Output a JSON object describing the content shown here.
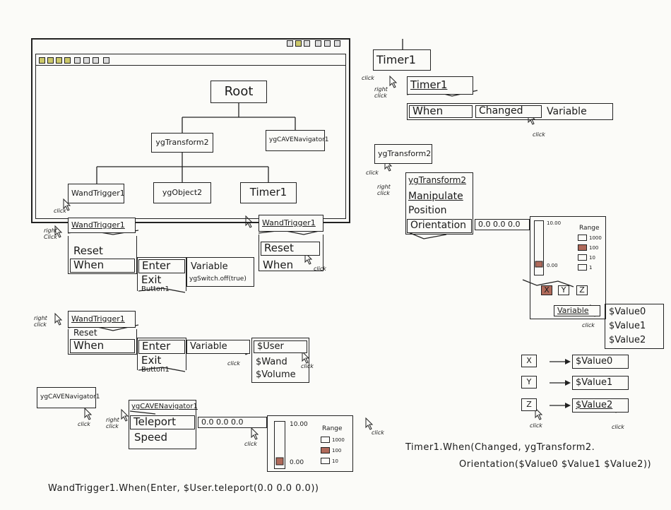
{
  "tree": {
    "root": "Root",
    "transform": "ygTransform2",
    "navigator": "ygCAVENavigator1",
    "wand": "WandTrigger1",
    "object": "ygObject2",
    "timer": "Timer1"
  },
  "labels": {
    "click": "click",
    "right_click_a": "right",
    "right_click_b": "click",
    "right_click_c": "Click"
  },
  "wand_menu1": {
    "title": "WandTrigger1",
    "items": [
      "Reset",
      "When"
    ],
    "events": [
      "Enter",
      "Exit",
      "Button1"
    ],
    "vars": [
      "Variable",
      "ygSwitch.off(true)"
    ]
  },
  "wand_menu2": {
    "title": "WandTrigger1",
    "items": [
      "Reset",
      "When"
    ]
  },
  "wand_menu3": {
    "title": "WandTrigger1",
    "items": [
      "Reset",
      "When"
    ],
    "events": [
      "Enter",
      "Exit",
      "Button1"
    ],
    "variable": "Variable",
    "values": [
      "$User",
      "$Wand",
      "$Volume"
    ]
  },
  "nav_menu": {
    "node": "ygCAVENavigator1",
    "title": "ygCAVENavigator1",
    "items": [
      "Teleport",
      "Speed"
    ],
    "value": "0.0  0.0  0.0",
    "slider_top": "10.00",
    "slider_bottom": "0.00",
    "range_label": "Range",
    "ranges": [
      "1000",
      "100",
      "10"
    ]
  },
  "timer_menu": {
    "node": "Timer1",
    "title": "Timer1",
    "items": [
      "When",
      "Changed",
      "Variable"
    ]
  },
  "transform_menu": {
    "node": "ygTransform2",
    "title": "ygTransform2",
    "items": [
      "Manipulate",
      "Position",
      "Orientation"
    ],
    "value": "0.0  0.0  0.0",
    "slider_top": "10.00",
    "slider_bottom": "0.00",
    "range_label": "Range",
    "ranges": [
      "1000",
      "100",
      "10",
      "1"
    ],
    "axes": [
      "X",
      "Y",
      "Z"
    ],
    "variable": "Variable",
    "values": [
      "$Value0",
      "$Value1",
      "$Value2"
    ]
  },
  "mapping": [
    {
      "axis": "X",
      "value": "$Value0"
    },
    {
      "axis": "Y",
      "value": "$Value1"
    },
    {
      "axis": "Z",
      "value": "$Value2"
    }
  ],
  "captions": {
    "timer_line1": "Timer1.When(Changed, ygTransform2.",
    "timer_line2": "Orientation($Value0 $Value1 $Value2))",
    "wand": "WandTrigger1.When(Enter, $User.teleport(0.0 0.0 0.0))"
  },
  "colors": {
    "ink": "#222222",
    "paper": "#fbfbf8",
    "marker": "#b06a5a",
    "toolbar": "#ccc86a"
  }
}
